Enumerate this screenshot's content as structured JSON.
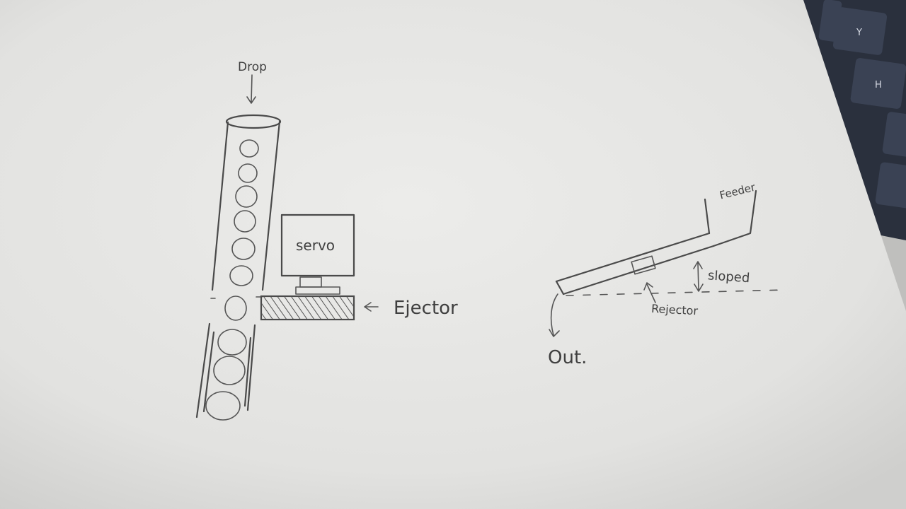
{
  "left_sketch": {
    "drop_label": "Drop",
    "servo_label": "servo",
    "ejector_label": "Ejector"
  },
  "right_sketch": {
    "feeder_label": "Feeder",
    "sloped_label": "sloped",
    "rejector_label": "Rejector",
    "out_label": "Out."
  },
  "keyboard": {
    "keys": [
      "Y",
      "H"
    ]
  },
  "colors": {
    "paper": "#e9e9e7",
    "ink": "#4a4a4a",
    "keyboard": "#2f3545"
  }
}
